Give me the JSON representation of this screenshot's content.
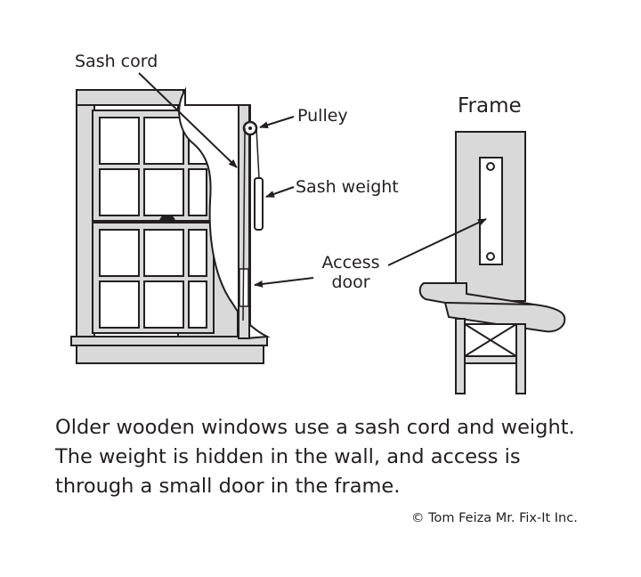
{
  "labels": {
    "sash_cord": "Sash cord",
    "pulley": "Pulley",
    "sash_weight": "Sash weight",
    "access_door_line1": "Access",
    "access_door_line2": "door",
    "frame": "Frame"
  },
  "caption": {
    "line1": "Older wooden windows use a sash cord and weight.",
    "line2": "The weight is hidden in the wall, and access is",
    "line3": "through a small door in the frame."
  },
  "credit": "© Tom Feiza Mr. Fix-It Inc.",
  "colors": {
    "outline": "#231f20",
    "frame_fill": "#d9d9d9",
    "glass_fill": "#ffffff"
  }
}
